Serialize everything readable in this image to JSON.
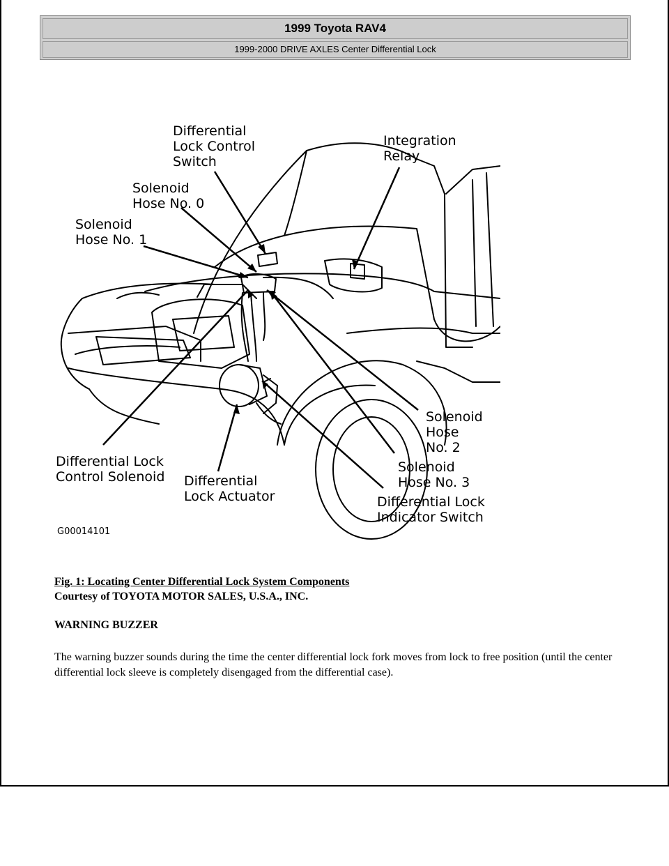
{
  "header": {
    "title": "1999 Toyota RAV4",
    "subtitle": "1999-2000 DRIVE AXLES Center Differential Lock"
  },
  "figure": {
    "callouts": {
      "lock_control_switch": [
        "Differential",
        "Lock Control",
        "Switch"
      ],
      "integration_relay": [
        "Integration",
        "Relay"
      ],
      "solenoid_hose_0": [
        "Solenoid",
        "Hose No. 0"
      ],
      "solenoid_hose_1": [
        "Solenoid",
        "Hose No. 1"
      ],
      "solenoid_hose_2": [
        "Solenoid",
        "Hose",
        "No. 2"
      ],
      "lock_control_solenoid": [
        "Differential Lock",
        "Control Solenoid"
      ],
      "solenoid_hose_3": [
        "Solenoid",
        "Hose No. 3"
      ],
      "lock_actuator": [
        "Differential",
        "Lock Actuator"
      ],
      "lock_indicator_switch": [
        "Differential Lock",
        "Indicator Switch"
      ]
    },
    "figure_id": "G00014101"
  },
  "caption": {
    "title": "Fig. 1: Locating Center Differential Lock System Components",
    "courtesy": "Courtesy of TOYOTA MOTOR SALES, U.S.A., INC."
  },
  "section": {
    "heading": "WARNING BUZZER",
    "paragraph": "The warning buzzer sounds during the time the center differential lock fork moves from lock to free position (until the center differential lock sleeve is completely disengaged from the differential case)."
  }
}
